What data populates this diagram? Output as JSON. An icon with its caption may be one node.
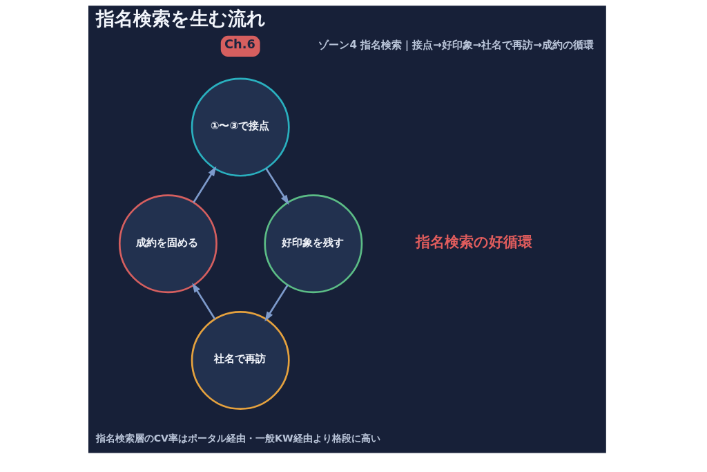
{
  "diagram": {
    "title": "指名検索を生む流れ",
    "nodes": [
      {
        "text": [
          "①〜③で接点"
        ]
      },
      {
        "text": [
          "好印象を残す"
        ]
      },
      {
        "text": [
          "社名で再訪"
        ]
      },
      {
        "text": [
          "成約を固める"
        ]
      }
    ],
    "edges": [
      {
        "from": 0,
        "to": 1,
        "arrow": "to"
      },
      {
        "from": 1,
        "to": 2,
        "arrow": "to"
      },
      {
        "from": 2,
        "to": 3,
        "arrow": "to"
      },
      {
        "from": 3,
        "to": 0,
        "arrow": "to"
      }
    ],
    "labels": [
      "Ch.6",
      "ゾーン4 指名検索｜接点→好印象→社名で再訪→成約の循環",
      "指名検索の好循環",
      "指名検索層のCV率はポータル経由・一般KW経由より格段に高い"
    ]
  }
}
